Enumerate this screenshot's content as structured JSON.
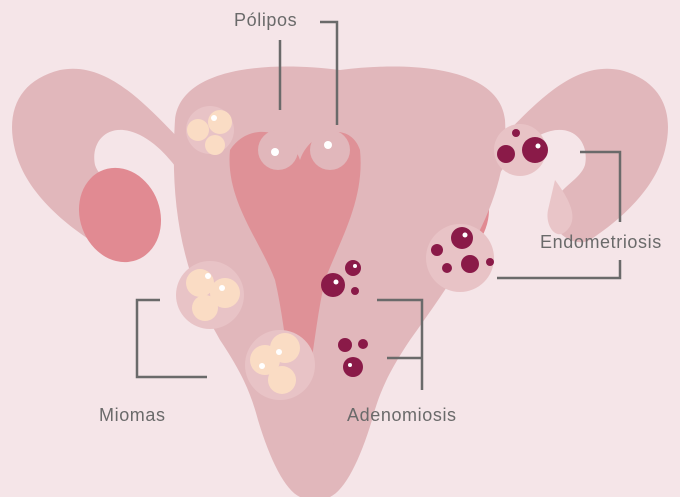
{
  "labels": {
    "polipos": "Pólipos",
    "endometriosis": "Endometriosis",
    "miomas": "Miomas",
    "adenomiosis": "Adenomiosis"
  },
  "colors": {
    "background": "#f5e5e8",
    "tissue": "#e1b7bb",
    "tube_inner": "#f5e5e8",
    "ovary": "#e18a92",
    "cavity": "#df9197",
    "fibroid_halo": "#e8c3c6",
    "fibroid": "#fadcc4",
    "lesion": "#8a1a48",
    "highlight": "#ffffff",
    "leader_line": "#6a6a6a",
    "label_text": "#6a6a6a"
  }
}
